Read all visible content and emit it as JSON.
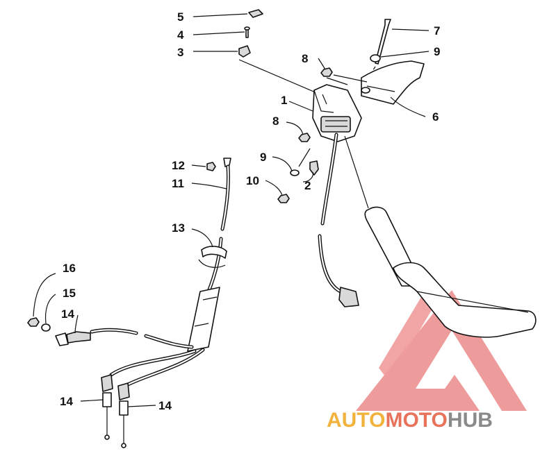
{
  "callouts": [
    {
      "id": "c5",
      "text": "5"
    },
    {
      "id": "c4",
      "text": "4"
    },
    {
      "id": "c3",
      "text": "3"
    },
    {
      "id": "c7",
      "text": "7"
    },
    {
      "id": "c9a",
      "text": "9"
    },
    {
      "id": "c8a",
      "text": "8"
    },
    {
      "id": "c1",
      "text": "1"
    },
    {
      "id": "c6",
      "text": "6"
    },
    {
      "id": "c8b",
      "text": "8"
    },
    {
      "id": "c9b",
      "text": "9"
    },
    {
      "id": "c10",
      "text": "10"
    },
    {
      "id": "c2",
      "text": "2"
    },
    {
      "id": "c12",
      "text": "12"
    },
    {
      "id": "c11",
      "text": "11"
    },
    {
      "id": "c13",
      "text": "13"
    },
    {
      "id": "c16",
      "text": "16"
    },
    {
      "id": "c15",
      "text": "15"
    },
    {
      "id": "c14a",
      "text": "14"
    },
    {
      "id": "c14b",
      "text": "14"
    },
    {
      "id": "c14c",
      "text": "14"
    }
  ],
  "watermark": {
    "part1": "AUTO",
    "part2": "MOTO",
    "part3": "HUB",
    "color_auto": "#f2b33d",
    "color_moto": "#e8735a",
    "color_hub": "#8a8a8a",
    "triangle_color": "#ec8a8a"
  }
}
